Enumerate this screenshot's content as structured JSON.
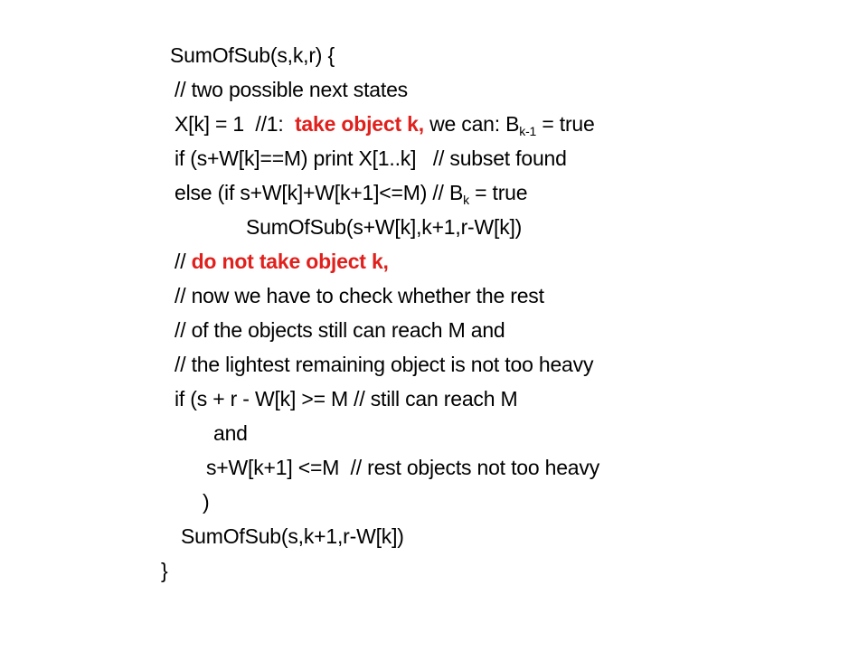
{
  "colors": {
    "background": "#ffffff",
    "text": "#000000",
    "highlight": "#e0201c"
  },
  "code": {
    "l1": "SumOfSub(s,k,r) {",
    "l2": "// two possible next states",
    "l3_a": "X[k] = 1  //1:  ",
    "l3_red": "take object k,",
    "l3_b": " we can: B",
    "l3_sub": "k-1",
    "l3_c": " = true",
    "l4": "if (s+W[k]==M) print X[1..k]   // subset found",
    "l5_a": "else (if s+W[k]+W[k+1]<=M) // B",
    "l5_sub": "k",
    "l5_b": " = true",
    "l6": "SumOfSub(s+W[k],k+1,r-W[k])",
    "l7_a": "// ",
    "l7_red": "do not take object k,",
    "l8": "// now we have to check whether the rest",
    "l9": "// of the objects still can reach M and",
    "l10": "// the lightest remaining object is not too heavy",
    "l11": "if (s + r - W[k] >= M // still can reach M",
    "l12": "and",
    "l13": "s+W[k+1] <=M  // rest objects not too heavy",
    "l14": ")",
    "l15": "SumOfSub(s,k+1,r-W[k])",
    "l16": "}"
  }
}
